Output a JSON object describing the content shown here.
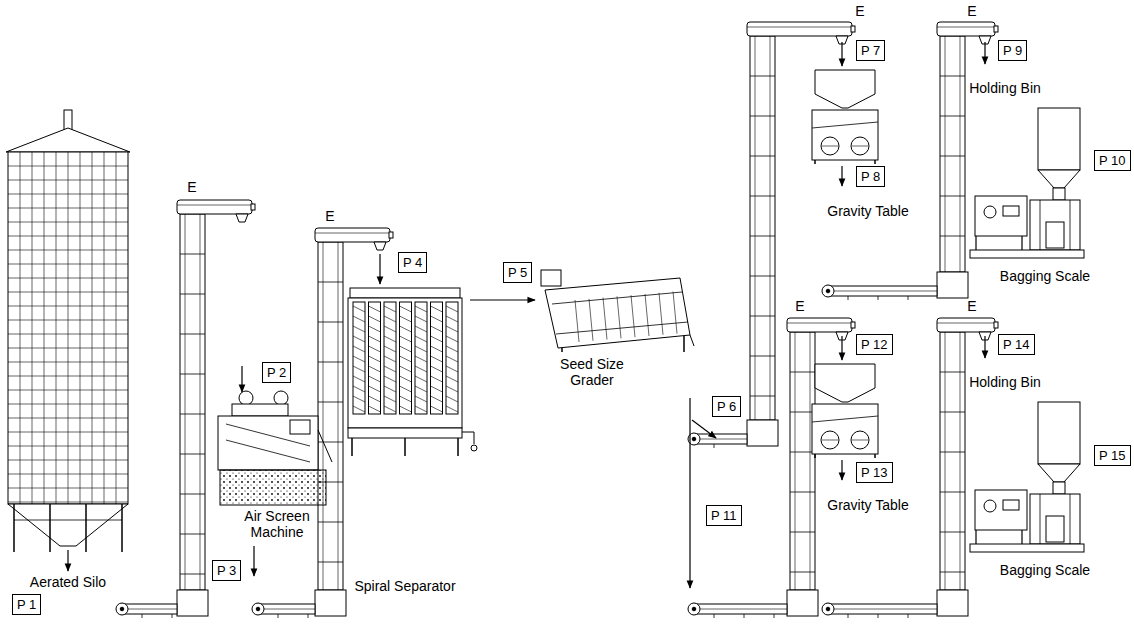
{
  "diagram": {
    "nodes": [
      {
        "text": [
          "P 1"
        ]
      },
      {
        "text": [
          "P 2"
        ]
      },
      {
        "text": [
          "P 3"
        ]
      },
      {
        "text": [
          "P 4"
        ]
      },
      {
        "text": [
          "P 5"
        ]
      },
      {
        "text": [
          "P 6"
        ]
      },
      {
        "text": [
          "P 7"
        ]
      },
      {
        "text": [
          "P 8"
        ]
      },
      {
        "text": [
          "P 9"
        ]
      },
      {
        "text": [
          "P 10"
        ]
      },
      {
        "text": [
          "P 11"
        ]
      },
      {
        "text": [
          "P 12"
        ]
      },
      {
        "text": [
          "P 13"
        ]
      },
      {
        "text": [
          "P 14"
        ]
      },
      {
        "text": [
          "P 15"
        ]
      }
    ],
    "labels": [
      "Aerated Silo",
      "E",
      "Air Screen Machine",
      "E",
      "Spiral Separator",
      "Seed Size Grader",
      "E",
      "Gravity Table",
      "E",
      "Holding Bin",
      "Bagging Scale",
      "E",
      "Gravity Table",
      "E",
      "Holding Bin",
      "Bagging Scale"
    ]
  }
}
